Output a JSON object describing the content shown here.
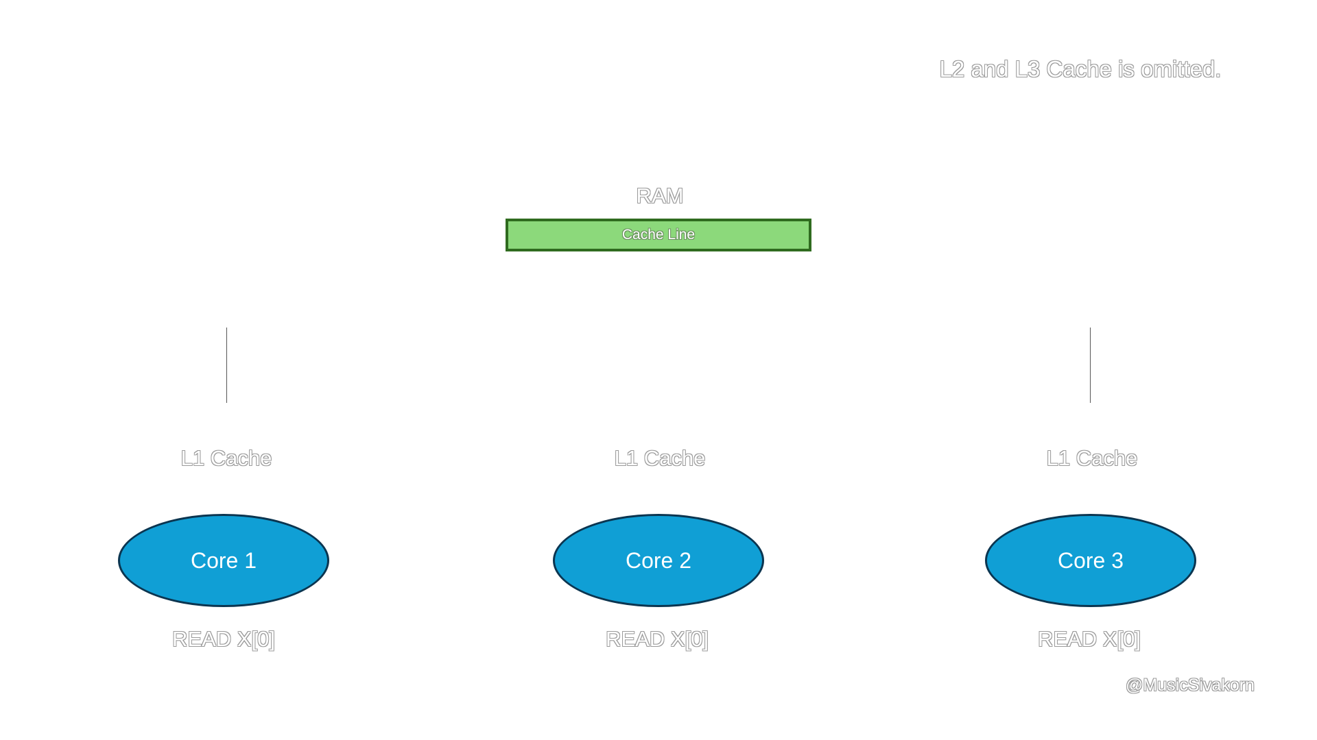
{
  "note": "L2 and L3 Cache is omitted.",
  "ram": {
    "label": "RAM",
    "cache_line_label": "Cache Line",
    "cache_line_color": "#8cd97b",
    "cache_line_border": "#2f6b1f"
  },
  "cores": [
    {
      "name": "Core 1",
      "cache_label": "L1 Cache",
      "action": "READ X[0]"
    },
    {
      "name": "Core 2",
      "cache_label": "L1 Cache",
      "action": "READ X[0]"
    },
    {
      "name": "Core 3",
      "cache_label": "L1 Cache",
      "action": "READ X[0]"
    }
  ],
  "core_color": "#109fd5",
  "watermark": "@MusicSivakorn"
}
